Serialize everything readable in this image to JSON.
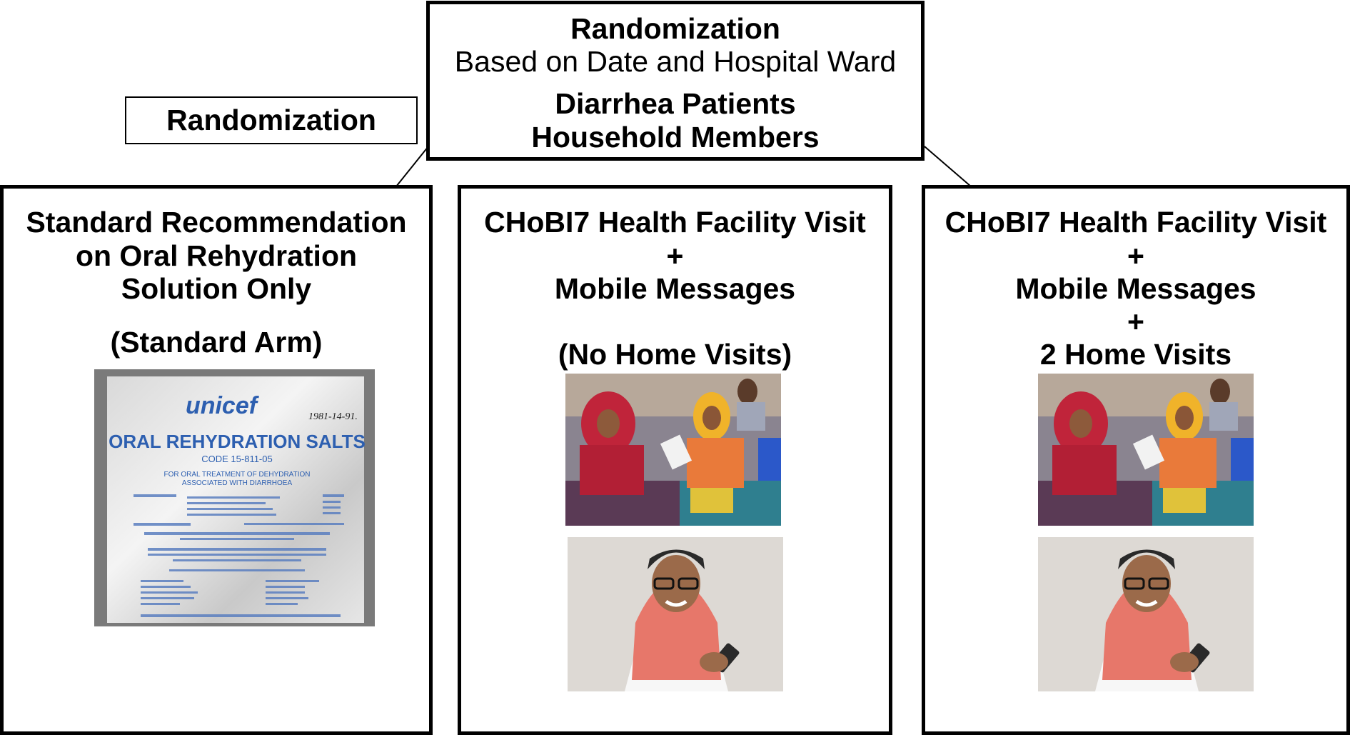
{
  "top_box": {
    "title": "Randomization",
    "subtitle": "Based on Date and Hospital Ward",
    "population_line1": "Diarrhea Patients",
    "population_line2": "Household Members"
  },
  "side_label": {
    "text": "Randomization"
  },
  "arms": [
    {
      "line1": "Standard Recommendation",
      "line2": "on Oral Rehydration",
      "line3": "Solution Only",
      "line4": "(Standard Arm)",
      "image": "ors-sachet-photo",
      "sachet_text": {
        "brand": "unicef",
        "handwritten": "1981-14-91.",
        "product": "ORAL REHYDRATION SALTS",
        "code": "CODE 15-811-05",
        "purpose1": "FOR ORAL TREATMENT OF DEHYDRATION",
        "purpose2": "ASSOCIATED WITH DIARRHOEA"
      }
    },
    {
      "line1": "CHoBI7 Health Facility Visit",
      "line2": "+",
      "line3": "Mobile Messages",
      "line4": "(No Home Visits)",
      "images": [
        "hospital-ward-photo",
        "health-worker-with-phone-photo"
      ]
    },
    {
      "line1": "CHoBI7 Health Facility Visit",
      "line2": "+",
      "line3": "Mobile Messages",
      "line4": "+",
      "line5": "2 Home Visits",
      "images": [
        "hospital-ward-photo",
        "health-worker-with-phone-photo"
      ]
    }
  ]
}
